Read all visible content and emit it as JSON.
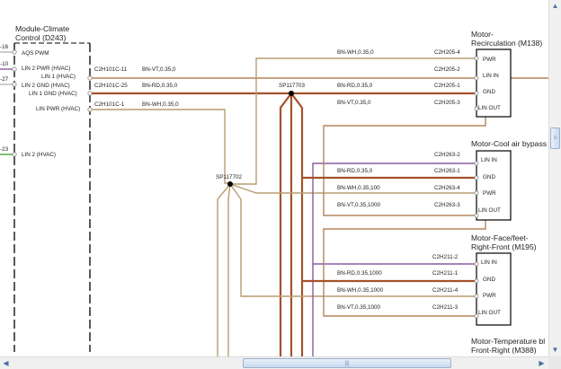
{
  "module": {
    "name": "Module-Climate",
    "name2": "Control (D243)",
    "signals": {
      "aqs_pwm": "AQS PWM",
      "lin2_pwr": "LIN 2 PWR (HVAC)",
      "lin1": "LIN 1 (HVAC)",
      "lin2_gnd": "LIN 2 GND (HVAC)",
      "lin1_gnd": "LIN 1 GND (HVAC)",
      "lin_pwr": "LIN PWR (HVAC)",
      "lin2": "LIN 2 (HVAC)"
    },
    "edge_pins": [
      "-16",
      "-10",
      "-27",
      "-23"
    ]
  },
  "module_connectors": {
    "c11": "C2H101C-11",
    "c25": "C2H101C-25",
    "c1": "C2H101C-1"
  },
  "module_wires": {
    "w1": "BN-VT,0.35,0",
    "w2": "BN-RD,0.35,0",
    "w3": "BN-WH,0.35,0"
  },
  "splices": {
    "sp1": "SP117703",
    "sp2": "SP117702"
  },
  "recirc": {
    "title": "Motor-",
    "title2": "Recirculation (M138)",
    "pins": [
      "PWR",
      "LIN IN",
      "GND",
      "LIN OUT"
    ],
    "conns": [
      "C2H205-4",
      "C2H205-2",
      "C2H205-1",
      "C2H205-3"
    ],
    "wires": [
      "BN-WH,0.35,0",
      "BN-RD,0.35,0",
      "BN-VT,0.35,0"
    ]
  },
  "cool": {
    "title": "Motor-Cool air bypass",
    "pins": [
      "LIN IN",
      "GND",
      "PWR",
      "LIN OUT"
    ],
    "conns": [
      "C2H263-2",
      "C2H263-1",
      "C2H263-4",
      "C2H263-3"
    ],
    "wires": [
      "BN-RD,0.35,0",
      "BN-WH,0.35,100",
      "BN-VT,0.35,1000"
    ]
  },
  "face": {
    "title": "Motor-Face/feet-",
    "title2": "Right-Front (M195)",
    "pins": [
      "LIN IN",
      "GND",
      "PWR",
      "LIN OUT"
    ],
    "conns": [
      "C2H211-2",
      "C2H211-1",
      "C2H211-4",
      "C2H211-3"
    ],
    "wires": [
      "BN-RD,0.35,1000",
      "BN-WH,0.35,1000",
      "BN-VT,0.35,1000"
    ]
  },
  "temp": {
    "title": "Motor-Temperature bl",
    "title2": "Front-Right (M388)"
  },
  "colors": {
    "brown_white": "#b99c72",
    "brown_violet": "#b5865c",
    "brown_red": "#a4522a",
    "lin2_purple": "#8a5aa0",
    "lin2_green": "#3fa43a"
  },
  "scroll": {
    "up": "up-arrow",
    "down": "down-arrow",
    "left": "left-arrow",
    "right": "right-arrow"
  }
}
